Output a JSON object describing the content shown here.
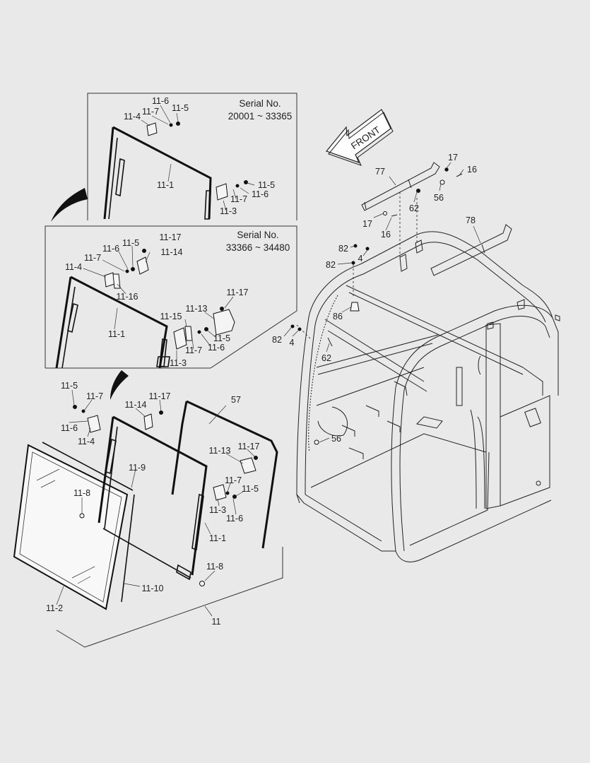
{
  "diagram": {
    "front_label": "FRONT",
    "serial_box_1": {
      "title": "Serial No.",
      "range": "20001 ~ 33365"
    },
    "serial_box_2": {
      "title": "Serial No.",
      "range": "33366 ~ 34480"
    },
    "labels": {
      "b1_11_6": "11-6",
      "b1_11_7": "11-7",
      "b1_11_5": "11-5",
      "b1_11_4": "11-4",
      "b1_11_1": "11-1",
      "b1_11_5b": "11-5",
      "b1_11_6b": "11-6",
      "b1_11_7b": "11-7",
      "b1_11_3": "11-3",
      "b2_11_5": "11-5",
      "b2_11_17": "11-17",
      "b2_11_6": "11-6",
      "b2_11_14": "11-14",
      "b2_11_7": "11-7",
      "b2_11_4": "11-4",
      "b2_11_16": "11-16",
      "b2_11_17b": "11-17",
      "b2_11_13": "11-13",
      "b2_11_1": "11-1",
      "b2_11_15": "11-15",
      "b2_11_5b": "11-5",
      "b2_11_6b": "11-6",
      "b2_11_7b": "11-7",
      "b2_11_3": "11-3",
      "c_77": "77",
      "c_17a": "17",
      "c_16a": "16",
      "c_62a": "62",
      "c_56a": "56",
      "c_17b": "17",
      "c_16b": "16",
      "c_78": "78",
      "c_82a": "82",
      "c_4a": "4",
      "c_82b": "82",
      "c_86": "86",
      "c_82c": "82",
      "c_4b": "4",
      "c_62b": "62",
      "c_56b": "56",
      "e_11_5": "11-5",
      "e_11_7": "11-7",
      "e_11_17": "11-17",
      "e_11_14": "11-14",
      "e_57": "57",
      "e_11_6": "11-6",
      "e_11_4": "11-4",
      "e_11_9": "11-9",
      "e_11_13": "11-13",
      "e_11_17b": "11-17",
      "e_11_8": "11-8",
      "e_11_7b": "11-7",
      "e_11_5b": "11-5",
      "e_11_3": "11-3",
      "e_11_6b": "11-6",
      "e_11_1": "11-1",
      "e_11_8b": "11-8",
      "e_11_10": "11-10",
      "e_11_2": "11-2",
      "e_11": "11"
    }
  }
}
